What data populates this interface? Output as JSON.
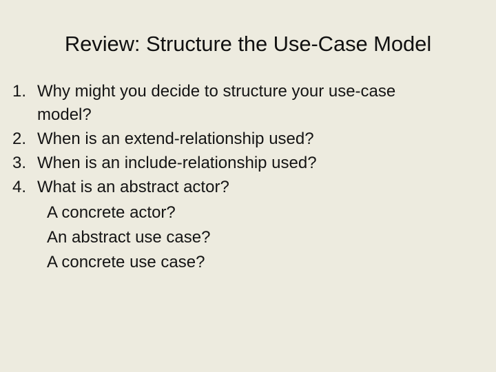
{
  "slide": {
    "background_color": "#edebdf",
    "text_color": "#141414",
    "title": "Review: Structure the Use-Case Model",
    "numbered_items": [
      {
        "number": "1.",
        "text": "Why might you decide to structure your use-case model?"
      },
      {
        "number": "2.",
        "text": "When is an extend-relationship used?"
      },
      {
        "number": "3.",
        "text": "When is an include-relationship used?"
      },
      {
        "number": "4.",
        "text": "What is an abstract actor?"
      }
    ],
    "sub_items": [
      {
        "text": "A concrete actor?"
      },
      {
        "text": "An abstract use case?"
      },
      {
        "text": "A concrete use case?"
      }
    ]
  }
}
